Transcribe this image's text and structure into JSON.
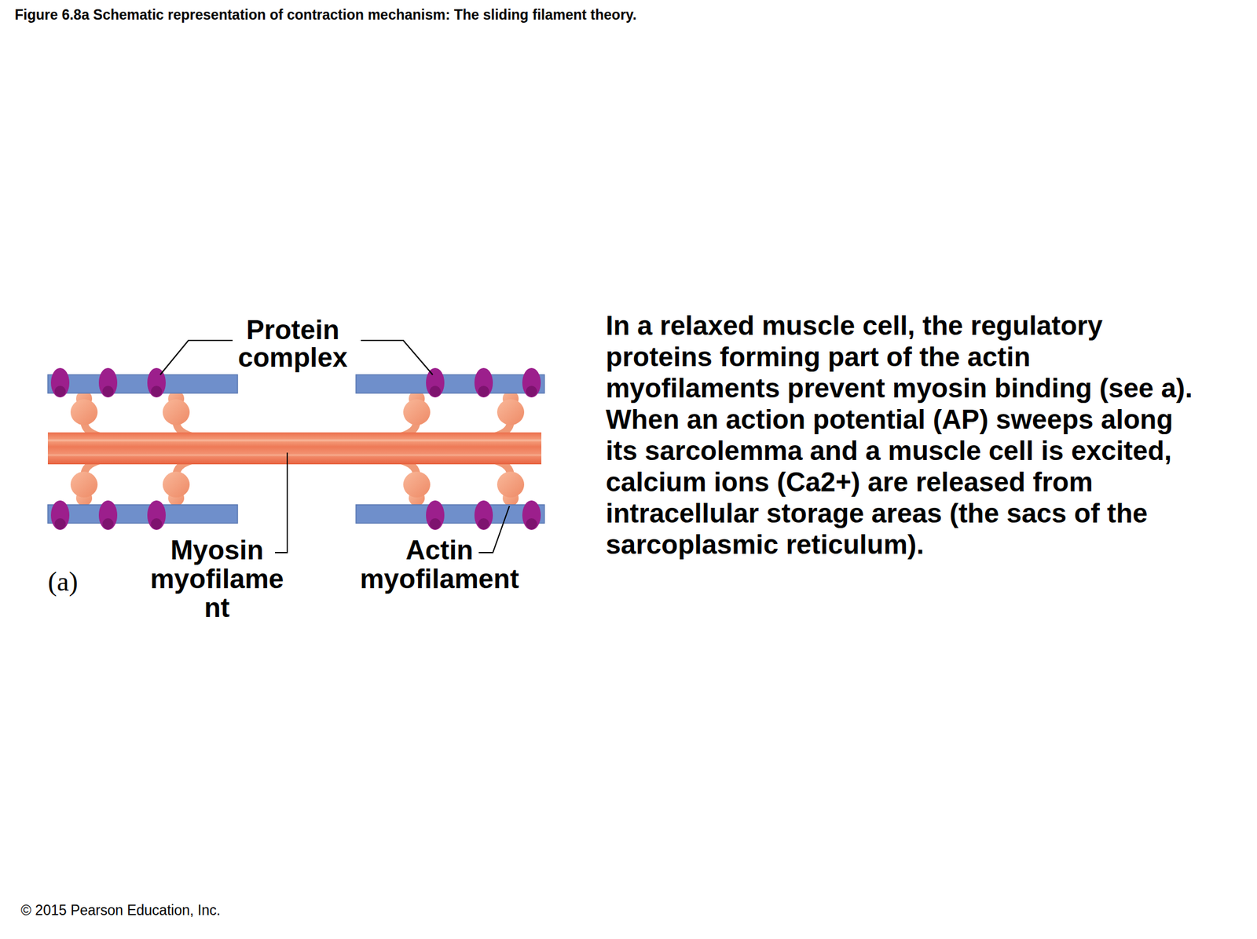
{
  "diagram": {
    "title": "Figure 6.8a Schematic representation of contraction mechanism: The sliding filament theory.",
    "labels": [
      "Protein complex",
      "Myosin myofilament",
      "Actin myofilament",
      "(a)",
      "In a relaxed muscle cell, the regulatory proteins forming part of the actin myofilaments prevent myosin binding (see a). When an action potential (AP) sweeps along its sarcolemma and a muscle cell is excited, calcium ions (Ca2+) are released from intracellular storage areas (the sacs of the sarcoplasmic reticulum).",
      "© 2015 Pearson Education, Inc."
    ]
  }
}
